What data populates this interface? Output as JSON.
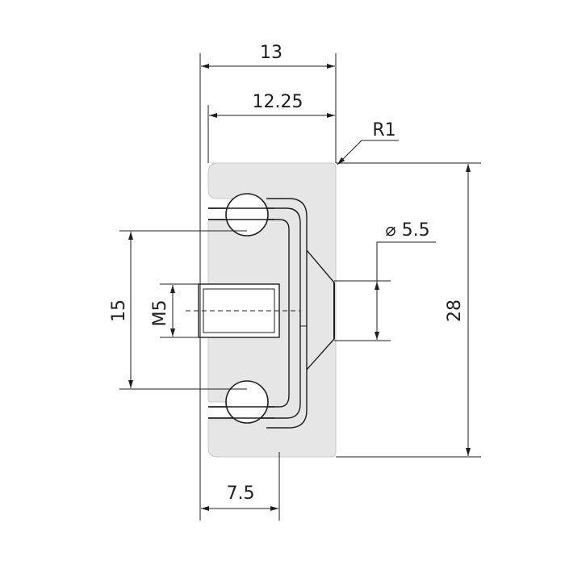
{
  "dimensions": {
    "width_total": "13",
    "width_inner": "12.25",
    "radius": "R1",
    "hole_diameter": "⌀ 5.5",
    "height_total": "28",
    "ball_spacing": "15",
    "thread": "M5",
    "offset_bottom": "7.5"
  },
  "colors": {
    "profile_fill": "#e6e6e6",
    "line": "#1e1e1e"
  }
}
